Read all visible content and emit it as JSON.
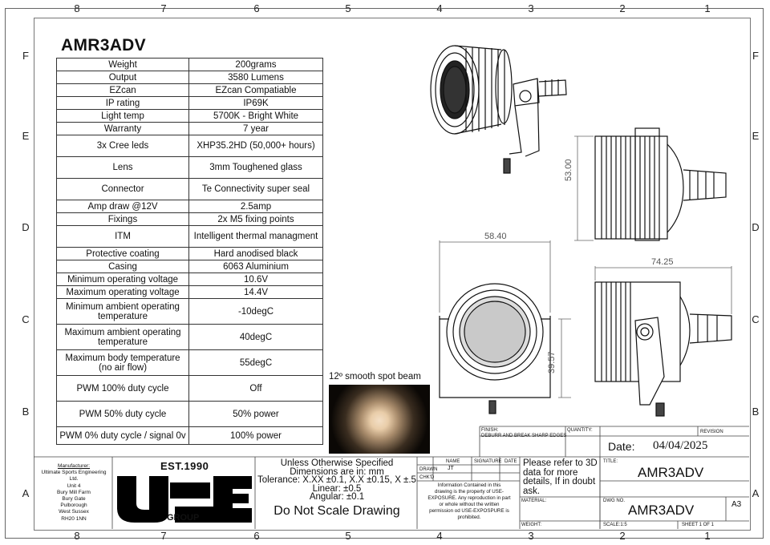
{
  "title": "AMR3ADV",
  "zones_top": [
    "8",
    "7",
    "6",
    "5",
    "4",
    "3",
    "2",
    "1"
  ],
  "zones_side": [
    "F",
    "E",
    "D",
    "C",
    "B",
    "A"
  ],
  "specs": [
    {
      "k": "Weight",
      "v": "200grams",
      "h": 16
    },
    {
      "k": "Output",
      "v": "3580 Lumens",
      "h": 16
    },
    {
      "k": "EZcan",
      "v": "EZcan Compatiable",
      "h": 16
    },
    {
      "k": "IP rating",
      "v": "IP69K",
      "h": 16
    },
    {
      "k": "Light temp",
      "v": "5700K - Bright White",
      "h": 16
    },
    {
      "k": "Warranty",
      "v": "7 year",
      "h": 16
    },
    {
      "k": "3x Cree leds",
      "v": "XHP35.2HD (50,000+ hours)",
      "h": 27
    },
    {
      "k": "Lens",
      "v": "3mm Toughened glass",
      "h": 27
    },
    {
      "k": "Connector",
      "v": "Te Connectivity super seal",
      "h": 27
    },
    {
      "k": "Amp draw @12V",
      "v": "2.5amp",
      "h": 16
    },
    {
      "k": "Fixings",
      "v": "2x M5 fixing points",
      "h": 16
    },
    {
      "k": "ITM",
      "v": "Intelligent thermal managment",
      "h": 27
    },
    {
      "k": "Protective coating",
      "v": "Hard anodised black",
      "h": 16
    },
    {
      "k": "Casing",
      "v": "6063 Aluminium",
      "h": 16
    },
    {
      "k": "Minimum operating voltage",
      "v": "10.6V",
      "h": 16
    },
    {
      "k": "Maximum operating voltage",
      "v": "14.4V",
      "h": 16
    },
    {
      "k": "Minimum ambient operating temperature",
      "v": "-10degC",
      "h": 32
    },
    {
      "k": "Maximum ambient operating temperature",
      "v": "40degC",
      "h": 32
    },
    {
      "k": "Maximum body temperature (no air flow)",
      "v": "55degC",
      "h": 32
    },
    {
      "k": "PWM 100% duty cycle",
      "v": "Off",
      "h": 32
    },
    {
      "k": "PWM 50% duty cycle",
      "v": "50% power",
      "h": 32
    },
    {
      "k": "PWM 0% duty cycle / signal 0v",
      "v": "100% power",
      "h": 22
    }
  ],
  "beam_label": "12º smooth spot beam",
  "dimensions": {
    "d1": "53.00",
    "d2": "58.40",
    "d3": "74.25",
    "d4": "39.57"
  },
  "title_block": {
    "finish_label": "FINISH:",
    "deburr": "DEBURR AND BREAK SHARP EDGES",
    "quantity_label": "QUANTITY:",
    "revision_label": "REVISION",
    "date_label": "Date:",
    "date_value": "04/04/2025",
    "manufacturer_label": "Manufacturer:",
    "manufacturer_lines": [
      "Ultimate Sports Engineering",
      "Ltd.",
      "Unit 4",
      "Bury Mill Farm",
      "Bury Gate",
      "Pulborough",
      "West Sussex",
      "RH20 1NN"
    ],
    "logo_est": "EST.1990",
    "logo_group": "GROUP",
    "unless": "Unless Otherwise Specified",
    "dims_mm": "Dimensions are in: mm",
    "tolerance": "Tolerance: X.XX ±0.1, X.X ±0.15, X ±.5",
    "linear": "Linear: ±0.5",
    "angular": "Angular: ±0.1",
    "do_not_scale": "Do Not Scale Drawing",
    "name_label": "NAME",
    "signature_label": "SIGNATURE",
    "date_col_label": "DATE",
    "drawn_label": "DRAWN",
    "drawn_name": "JT",
    "chkd_label": "CHK'D",
    "info_lines": [
      "Information Contained in this",
      "drawing is the property of USE-",
      "EXPOSURE. Any reproduction in part",
      "or whole without the written",
      "permission od USE-EXPOSPURE is",
      "prohibited."
    ],
    "refer": "Please refer to 3D data for more details, If in doubt ask.",
    "title_label": "TITLE:",
    "title_value": "AMR3ADV",
    "material_label": "MATERIAL:",
    "dwg_label": "DWG NO.",
    "dwg_value": "AMR3ADV",
    "size": "A3",
    "weight_label": "WEIGHT:",
    "scale_label": "SCALE:1:5",
    "sheet_label": "SHEET 1 OF 1"
  }
}
